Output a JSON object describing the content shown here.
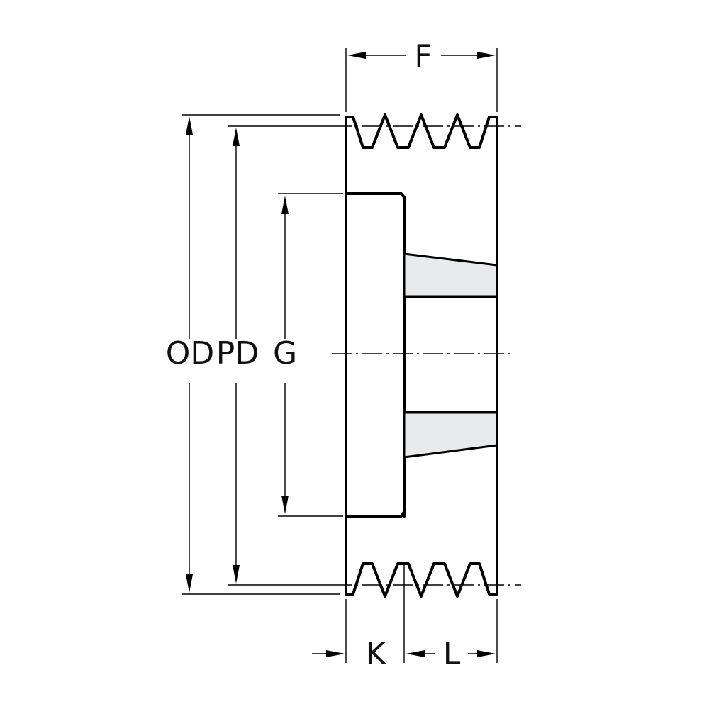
{
  "labels": {
    "od": "OD",
    "pd": "PD",
    "g": "G",
    "f": "F",
    "k": "K",
    "l": "L"
  },
  "colors": {
    "line": "#000000",
    "bushing_fill": "#e8eaec",
    "background": "#ffffff"
  },
  "groove_count": 4
}
